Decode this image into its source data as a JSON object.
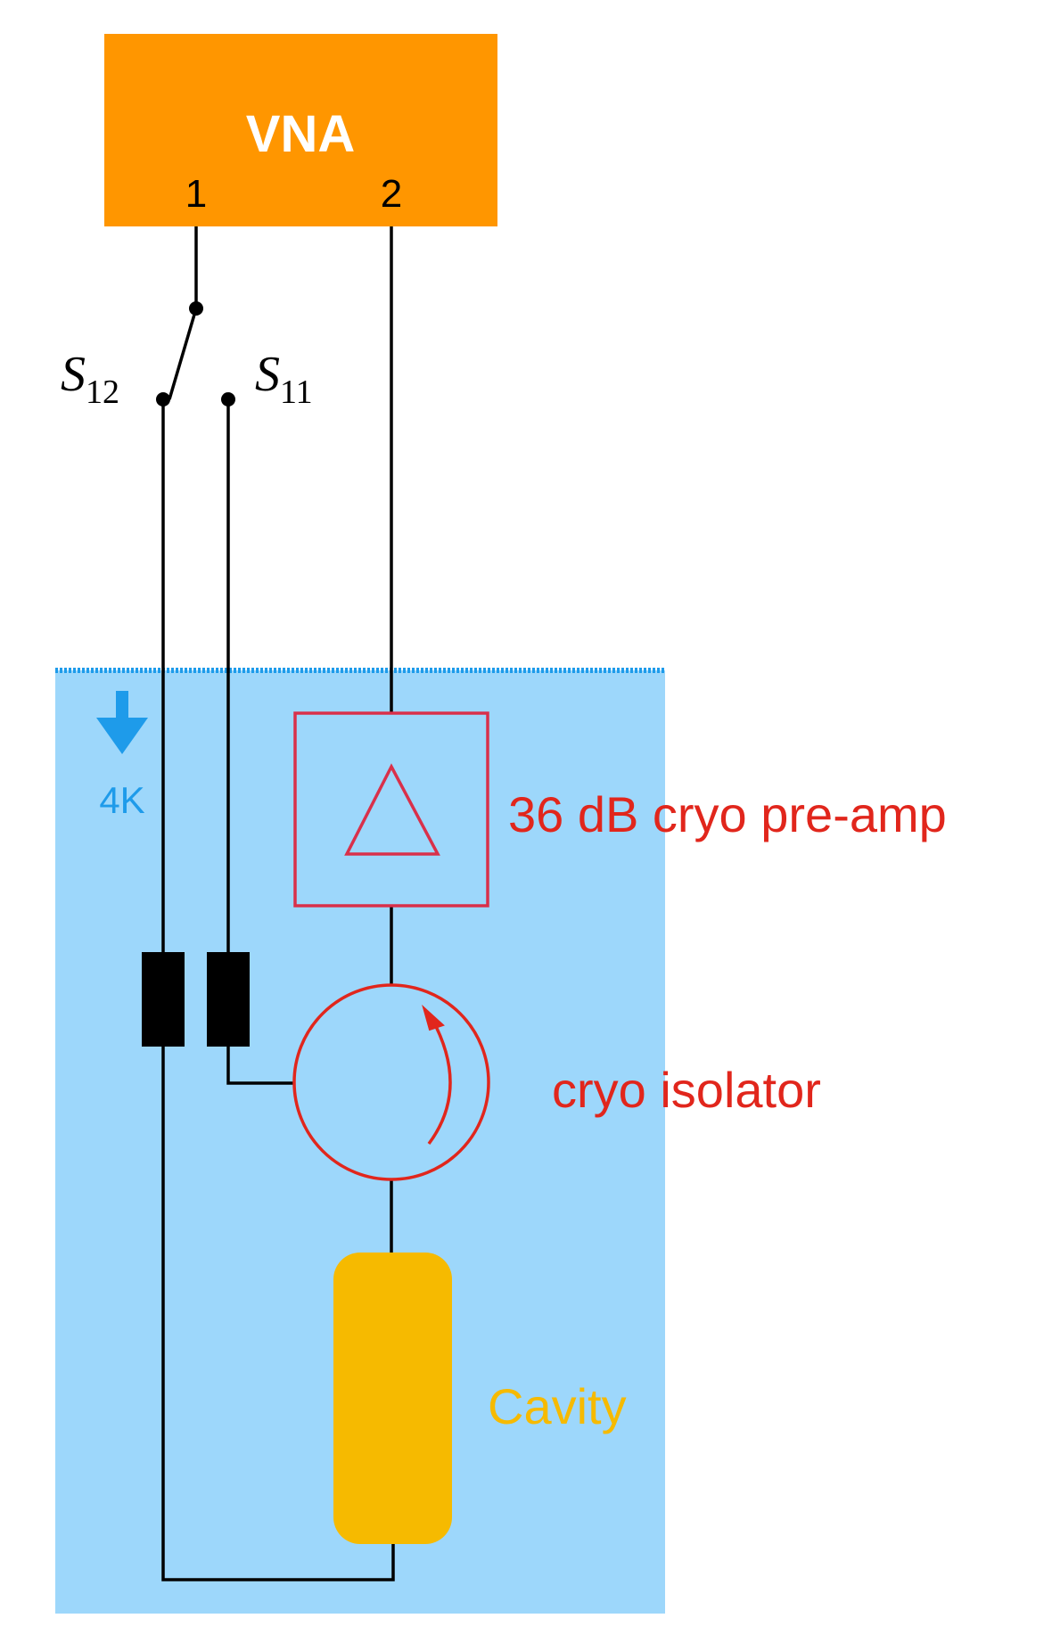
{
  "vna": {
    "title": "VNA",
    "port1": "1",
    "port2": "2"
  },
  "switch": {
    "s12_main": "S",
    "s12_sub": "12",
    "s11_main": "S",
    "s11_sub": "11"
  },
  "bath": {
    "temperature": "4K"
  },
  "components": {
    "preamp_label": "36 dB cryo pre-amp",
    "isolator_label": "cryo isolator",
    "cavity_label": "Cavity"
  },
  "colors": {
    "vna_fill": "#FF9600",
    "bath_fill": "#9DD7FB",
    "bath_surface": "#1E9BEA",
    "preamp": "#D9304A",
    "isolator": "#E1261C",
    "cavity": "#F6BA00",
    "wire": "#000000"
  }
}
